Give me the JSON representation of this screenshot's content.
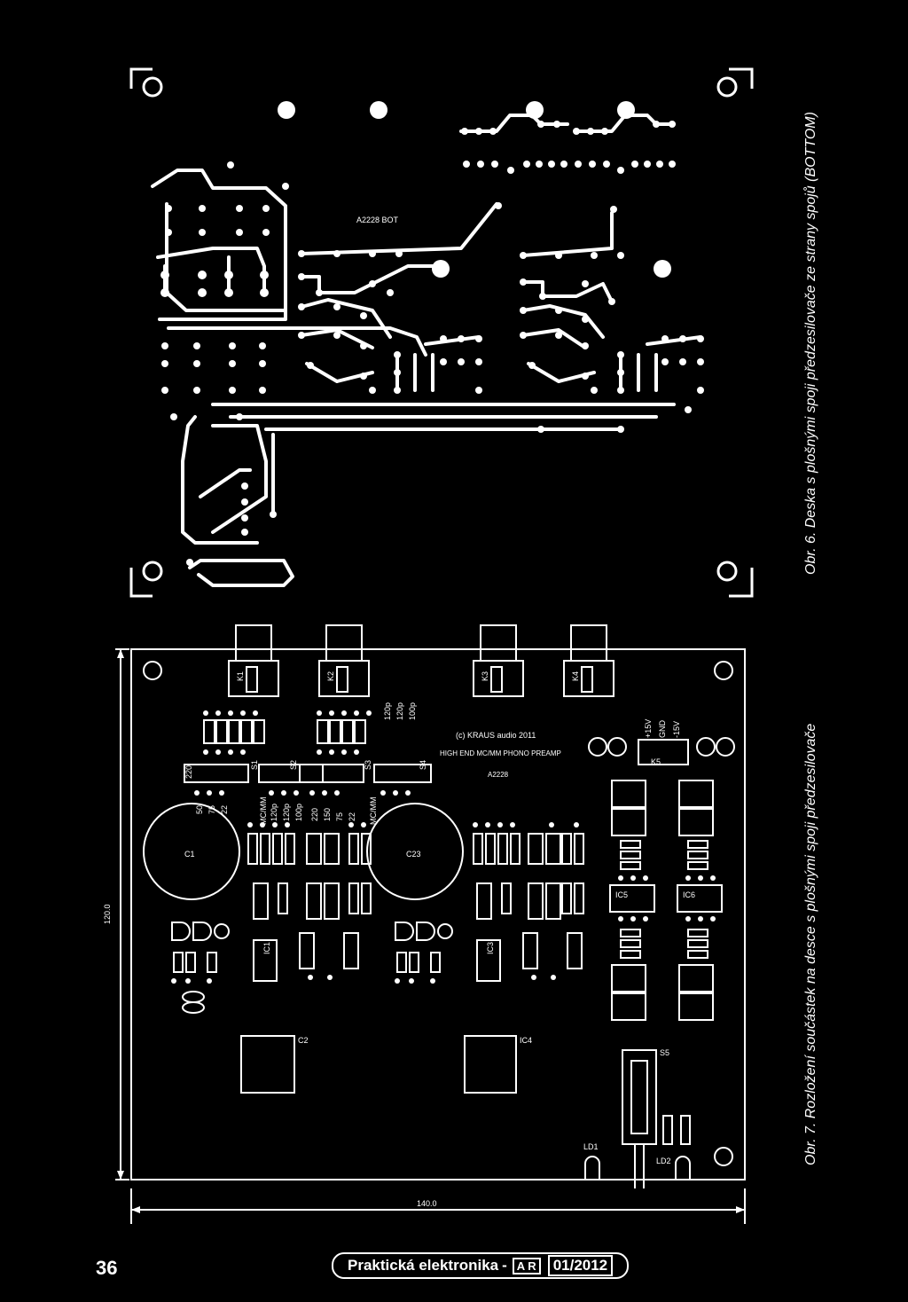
{
  "figure6": {
    "board_label": "A2228 BOT",
    "caption": "Obr. 6. Deska s plošnými spoji předzesilovače ze strany spojů (BOTTOM)"
  },
  "figure7": {
    "copyright": "(c) KRAUS audio 2011",
    "title": "HIGH END MC/MM PHONO PREAMP",
    "code": "A2228",
    "dim_width": "140.0",
    "dim_height": "120.0",
    "caption": "Obr. 7. Rozložení součástek na desce s plošnými spoji předzesilovače",
    "connectors": [
      "K1",
      "K2",
      "K3",
      "K4"
    ],
    "power_labels": [
      "+15V",
      "GND",
      "-15V"
    ],
    "big_caps": [
      "C1",
      "C23"
    ],
    "squares": [
      "C2",
      "IC4"
    ],
    "misc": [
      "K5",
      "S5",
      "LD1",
      "LD2",
      "S1",
      "S2",
      "S3",
      "S4",
      "IC1",
      "IC3",
      "IC5",
      "IC6"
    ],
    "values_left": [
      "220",
      "50",
      "75",
      "22"
    ],
    "values_mid": [
      "120p",
      "120p",
      "100p"
    ],
    "values_right": [
      "220",
      "150",
      "75",
      "22"
    ],
    "cap_values": [
      "120p",
      "120p",
      "100p"
    ],
    "switch_labels": [
      "MC/MM",
      "MC/MM"
    ]
  },
  "footer": {
    "page_number": "36",
    "magazine": "Praktická elektronika",
    "logo": "A R",
    "issue": "01/2012"
  }
}
